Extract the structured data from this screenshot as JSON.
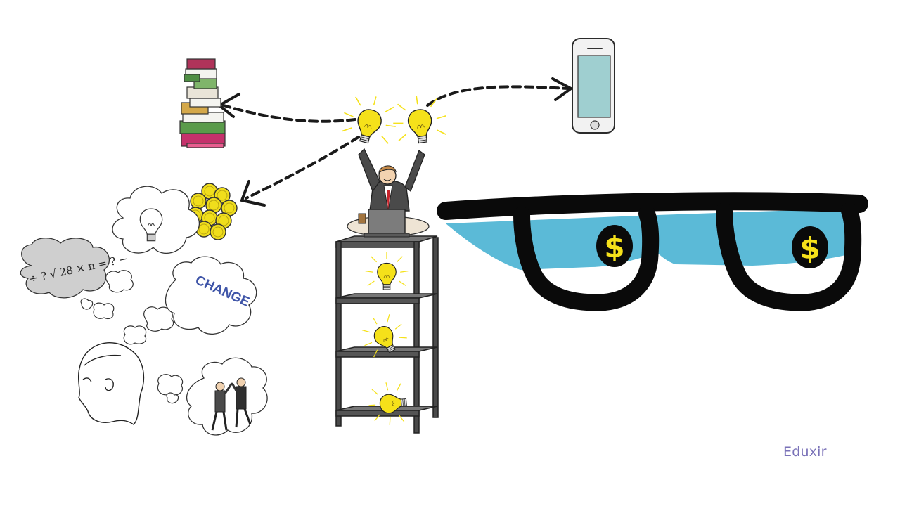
{
  "watermark": "Eduxir",
  "thought_bubble_word": "CHANGE",
  "math_symbols": "÷ ? √ 28 × π = ? −",
  "dollar_sign": "$",
  "colors": {
    "bulb_yellow": "#f5e11a",
    "lens_blue": "#5bbad7",
    "frame_black": "#0a0a0a",
    "shelf_gray": "#4a4a4a",
    "watermark": "#7a72b8",
    "change_text": "#3f55a8"
  },
  "icons": [
    "books-stack-icon",
    "smartphone-icon",
    "coins-icon",
    "lightbulb-icon",
    "glasses-icon",
    "shelf-icon",
    "thought-bubble-icon",
    "head-profile-icon",
    "business-people-icon"
  ]
}
